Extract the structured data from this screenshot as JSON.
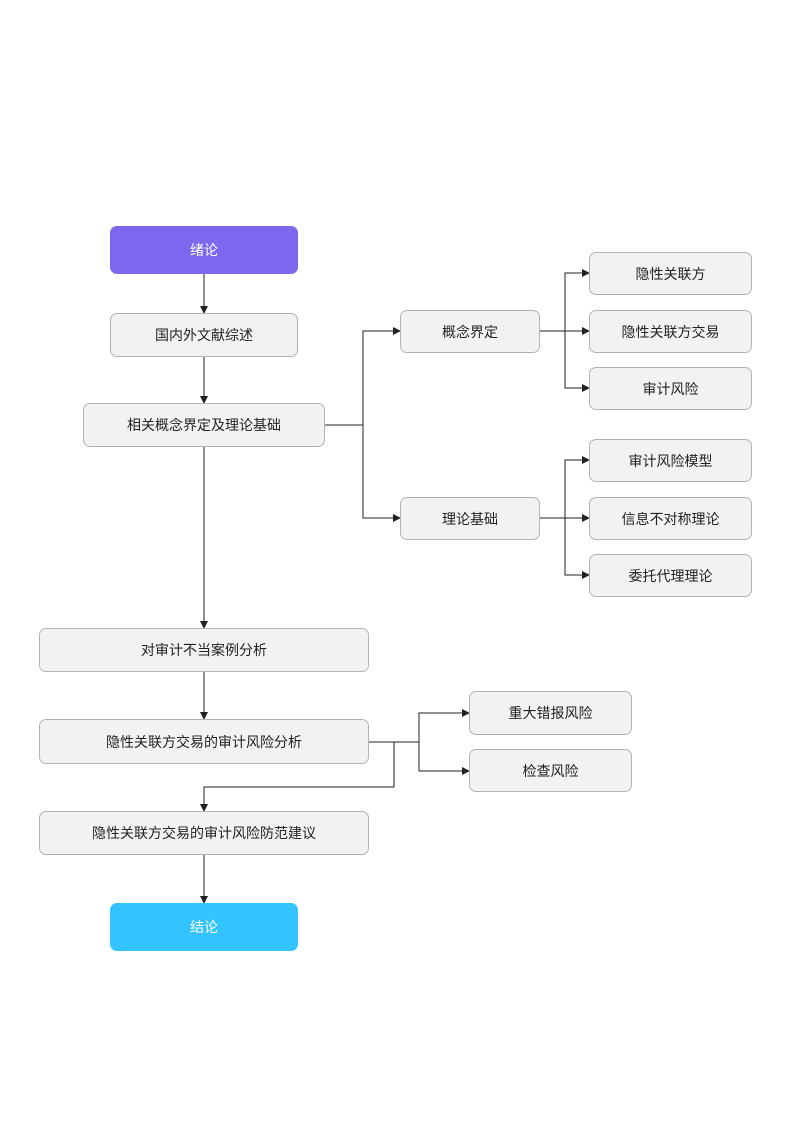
{
  "colors": {
    "start": "#7b68ee",
    "end": "#33c3ff",
    "box_fill": "#f2f2f2",
    "box_border": "#b3b3b3",
    "line": "#222222"
  },
  "nodes": {
    "intro": "绪论",
    "lit_review": "国内外文献综述",
    "concepts_theory": "相关概念界定及理论基础",
    "concept_def": "概念界定",
    "hidden_party": "隐性关联方",
    "hidden_party_txn": "隐性关联方交易",
    "audit_risk": "审计风险",
    "theory_basis": "理论基础",
    "audit_risk_model": "审计风险模型",
    "info_asymmetry": "信息不对称理论",
    "agency_theory": "委托代理理论",
    "case_analysis": "对审计不当案例分析",
    "risk_analysis": "隐性关联方交易的审计风险分析",
    "material_misstatement": "重大错报风险",
    "detection_risk": "检查风险",
    "prevention": "隐性关联方交易的审计风险防范建议",
    "conclusion": "结论"
  }
}
